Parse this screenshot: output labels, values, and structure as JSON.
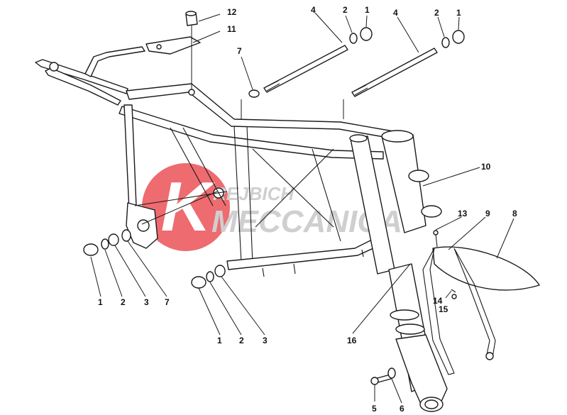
{
  "watermark": {
    "line1": "REJBICH",
    "line2": "MECCANICA",
    "letter": "K",
    "color": "#e8333a",
    "text_color": "#c7c7c7"
  },
  "callouts": {
    "c1a": "1",
    "c2a": "2",
    "c4a": "4",
    "c1b": "1",
    "c2b": "2",
    "c4b": "4",
    "c12": "12",
    "c11": "11",
    "c7a": "7",
    "c10": "10",
    "c13": "13",
    "c9": "9",
    "c8": "8",
    "c1c": "1",
    "c2c": "2",
    "c3c": "3",
    "c7c": "7",
    "c1d": "1",
    "c2d": "2",
    "c3d": "3",
    "c16": "16",
    "c14": "14",
    "c15": "15",
    "c5": "5",
    "c6": "6"
  }
}
